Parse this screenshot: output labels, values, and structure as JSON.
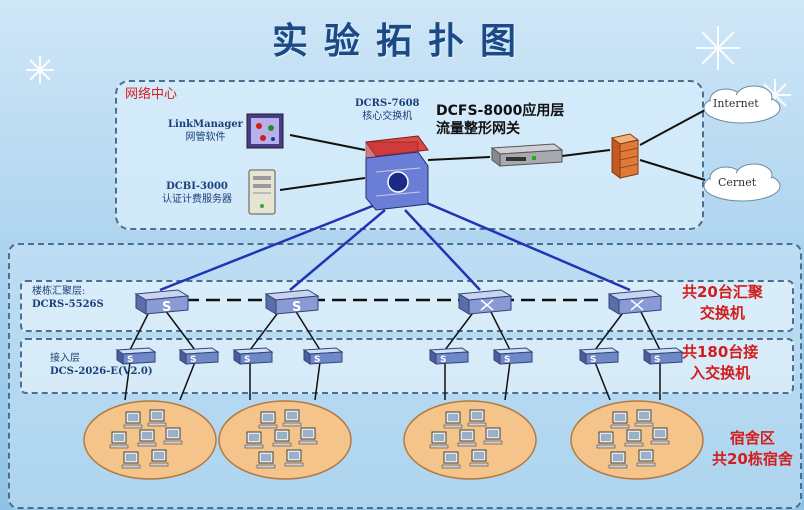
{
  "title": "实验拓扑图",
  "center": {
    "label": "网络中心",
    "core_switch": {
      "model": "DCRS-7608",
      "role": "核心交换机"
    },
    "link_manager": {
      "name": "LinkManager",
      "desc": "网管软件"
    },
    "auth_server": {
      "model": "DCBI-3000",
      "desc": "认证计费服务器"
    },
    "shaper": {
      "line1": "DCFS-8000应用层",
      "line2": "流量整形网关"
    },
    "internet": "Internet",
    "cernet": "Cernet"
  },
  "aggregation": {
    "label_line1": "楼栋汇聚层:",
    "label_line2": "DCRS-5526S",
    "summary_line1": "共20台汇聚",
    "summary_line2": "交换机",
    "switch_glyph": "S"
  },
  "access": {
    "label_line1": "接入层",
    "label_line2": "DCS-2026-E(V2.0)",
    "summary_line1": "共180台接",
    "summary_line2": "入交换机",
    "switch_glyph": "S"
  },
  "dorm": {
    "label": "宿舍区",
    "summary": "共20栋宿舍"
  },
  "colors": {
    "link_blue": "#2233b4",
    "link_black": "#111111",
    "accent_red": "#d31d1d",
    "title_blue": "#1c4a86"
  }
}
